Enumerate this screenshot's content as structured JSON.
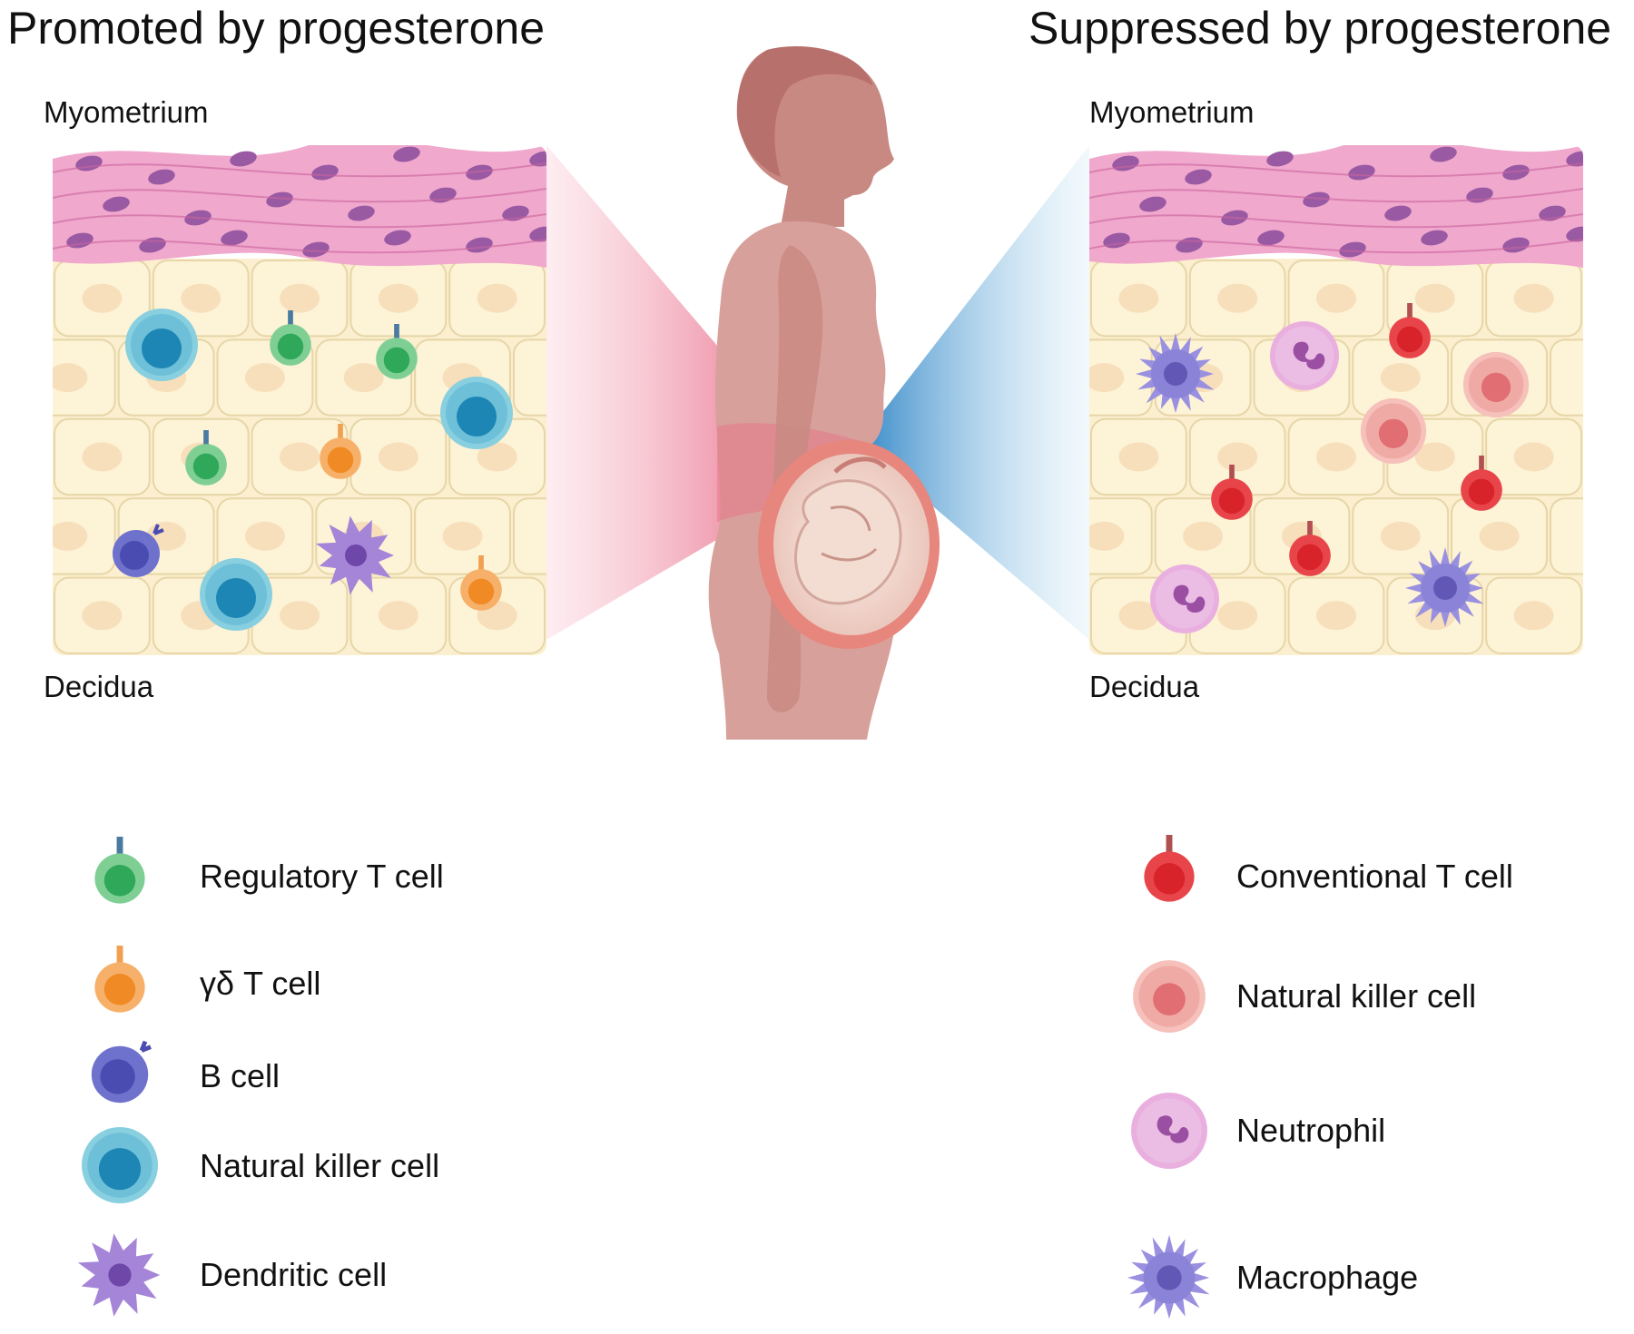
{
  "titles": {
    "left": "Promoted by progesterone",
    "right": "Suppressed by progesterone"
  },
  "tissue_labels": {
    "left_top": "Myometrium",
    "left_bottom": "Decidua",
    "right_top": "Myometrium",
    "right_bottom": "Decidua"
  },
  "legend_promoted": [
    {
      "label": "Regulatory T cell",
      "icon": "regulatory-t-cell-icon",
      "color": "#3fb56a"
    },
    {
      "label": "γδ T cell",
      "icon": "gamma-delta-t-cell-icon",
      "color": "#f08a24"
    },
    {
      "label": "B cell",
      "icon": "b-cell-icon",
      "color": "#4a4cb2"
    },
    {
      "label": "Natural killer cell",
      "icon": "nk-cell-promoted-icon",
      "color": "#2a8fb8"
    },
    {
      "label": "Dendritic cell",
      "icon": "dendritic-cell-icon",
      "color": "#8c63c9"
    }
  ],
  "legend_suppressed": [
    {
      "label": "Conventional T cell",
      "icon": "conventional-t-cell-icon",
      "color": "#d8232a"
    },
    {
      "label": "Natural killer cell",
      "icon": "nk-cell-suppressed-icon",
      "color": "#e88585"
    },
    {
      "label": "Neutrophil",
      "icon": "neutrophil-icon",
      "color": "#d98bd0"
    },
    {
      "label": "Macrophage",
      "icon": "macrophage-icon",
      "color": "#8a83d8"
    }
  ],
  "colors": {
    "myometrium": "#f2a9cf",
    "decidua": "#fdf3d6",
    "body": "#d99a95",
    "promoted_beam": "#ec5a7c",
    "suppressed_beam": "#3f96d2"
  }
}
